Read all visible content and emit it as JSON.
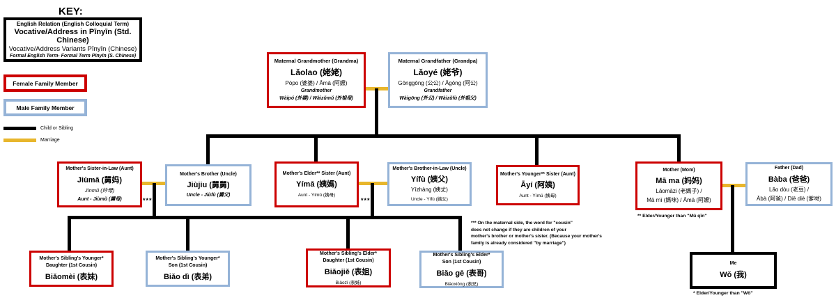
{
  "key": {
    "title": "KEY:",
    "box_line1": "English Relation (English Colloquial Term)",
    "box_line2": "Vocative/Address in Pīnyīn (Std. Chinese)",
    "box_line3": "Vocative/Address Variants Pīnyīn (Chinese)",
    "box_line4": "Formal English Term- Formal Term Pīnyīn (S. Chinese)",
    "female_label": "Female Family  Member",
    "male_label": "Male Family Member",
    "child_line_label": "Child or Sibling",
    "marriage_line_label": "Marriage"
  },
  "colors": {
    "female": "#CC0000",
    "male": "#95B3D7",
    "marriage": "#E8B62C",
    "child_line": "#000000",
    "me_border": "#000000"
  },
  "people": {
    "grandma": {
      "title": "Maternal Grandmother (Grandma)",
      "name": "Lǎolao (姥姥)",
      "variants": "Pópo (婆婆) / Āmā (阿嬤)",
      "formal_en": "Grandmother",
      "formal": "Wàipó (外婆) / Wàizǔmǔ (外祖母)"
    },
    "grandpa": {
      "title": "Maternal Grandfather (Grandpa)",
      "name": "Lǎoyé (姥爷)",
      "variants": "Gōnggōng (公公) / Āgōng (阿公)",
      "formal_en": "Grandfather",
      "formal": "Wàigōng (外公) / Wàizǔfù (外祖父)"
    },
    "aunt_sister_in_law": {
      "title": "Mother's Sister-in-Law (Aunt)",
      "name": "Jiùmā (舅妈)",
      "variants": "Jìnmǔ (妗母)",
      "formal": "Aunt - Jiùmǔ (舅母)"
    },
    "uncle_mothers_brother": {
      "title": "Mother's Brother (Uncle)",
      "name": "Jiùjiu (舅舅)",
      "formal": "Uncle - Jiùfù (舅父)"
    },
    "aunt_elder_sister": {
      "title": "Mother's Elder** Sister (Aunt)",
      "name": "Yímā (姨媽)",
      "formal": "Aunt - Yímǔ (姨母)"
    },
    "uncle_brother_in_law": {
      "title": "Mother's Brother-in-Law (Uncle)",
      "name": "Yífù (姨父)",
      "variants": "Yízhàng (姨丈)",
      "formal": "Uncle - Yífù (姨父)"
    },
    "aunt_younger_sister": {
      "title": "Mother's Younger** Sister (Aunt)",
      "name": "Āyí (阿姨)",
      "formal": "Aunt - Yímǔ (姨母)"
    },
    "mother": {
      "title": "Mother (Mom)",
      "name": "Mā ma (妈妈)",
      "variants1": "Lǎomāzi (老媽子) /",
      "variants2": "Mā mī (媽咪) / Āmā (阿嬤)"
    },
    "father": {
      "title": "Father (Dad)",
      "name": "Bàba (爸爸)",
      "variants1": "Lǎo dòu (老豆) /",
      "variants2": "Ābà (阿爸) / Diē diè (爹哋)"
    },
    "cousin_younger_daughter": {
      "title1": "Mother's Sibling's Younger*",
      "title2": "Daughter (1st Cousin)",
      "name": "Biǎomèi (表妹)"
    },
    "cousin_younger_son": {
      "title1": "Mother's Sibling's Younger*",
      "title2": "Son (1st Cousin)",
      "name": "Biǎo dì (表弟)"
    },
    "cousin_elder_daughter": {
      "title1": "Mother's Sibling's Elder*",
      "title2": "Daughter (1st Cousin)",
      "name": "Biǎojiě (表姐)",
      "variants": "Biǎozǐ (表姊)"
    },
    "cousin_elder_son": {
      "title1": "Mother's Sibling's Elder*",
      "title2": "Son (1st Cousin)",
      "name": "Biǎo gē (表哥)",
      "variants": "Biǎoxiōng (表兄)"
    },
    "me": {
      "title": "Me",
      "name": "Wǒ (我)"
    }
  },
  "notes": {
    "cousin_note": "*** On the maternal side, the word for \"cousin\"\ndoes not change if they are children of your\nmother's brother or mother's sister. (Because your mother's\nfamily is already considered \"by marriage\")",
    "mother_footnote": "** Elder/Younger than \"Mǔ qīn\"",
    "me_footnote": "* Elder/Younger than \"Wǒ\"",
    "asterisks": "***"
  }
}
